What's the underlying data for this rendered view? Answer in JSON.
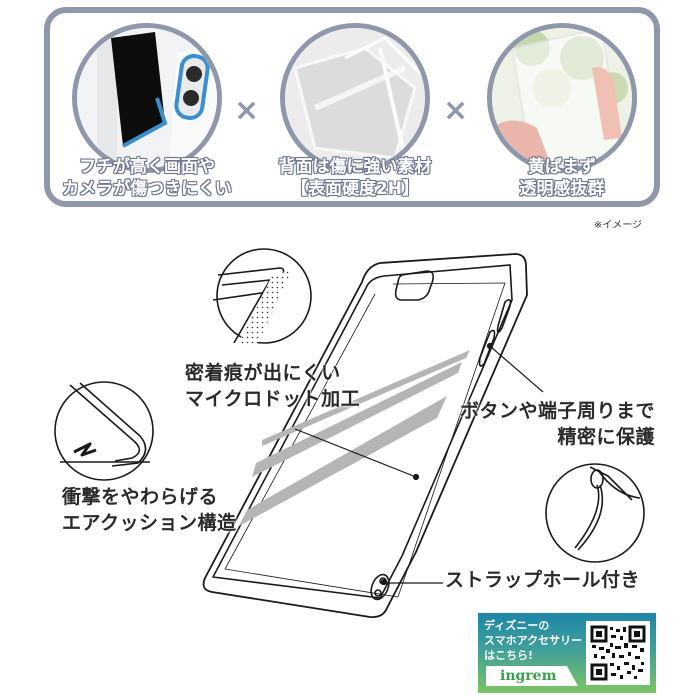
{
  "features": [
    {
      "line1": "フチが高く画面や",
      "line2": "カメラが傷つきにくい",
      "image": "phone-raised-edge-camera-photo"
    },
    {
      "line1": "背面は傷に強い素材",
      "line2": "【表面硬度2H】",
      "image": "clear-hard-back-photo"
    },
    {
      "line1": "黄ばまず",
      "line2": "透明感抜群",
      "image": "transparent-case-in-hand-photo"
    }
  ],
  "separator": "×",
  "note": "※イメージ",
  "callouts": {
    "microdot": {
      "line1": "密着痕が出にくい",
      "line2": "マイクロドット加工"
    },
    "buttons": {
      "line1": "ボタンや端子周りまで",
      "line2": "精密に保護"
    },
    "aircushion": {
      "line1": "衝撃をやわらげる",
      "line2": "エアクッション構造"
    },
    "strap": {
      "line1": "ストラップホール付き"
    }
  },
  "banner": {
    "line1": "ディズニーの",
    "line2": "スマホアクセサリー",
    "line3": "はこちら!",
    "brand": "ingrem",
    "qr": "qr-code"
  },
  "colors": {
    "panel_border": "#8f97ab",
    "camera_ring": "#3a8fd0",
    "banner_top": "#1e86a8",
    "banner_bottom": "#7cc463",
    "stripe_gray": "#b5b5b5"
  }
}
